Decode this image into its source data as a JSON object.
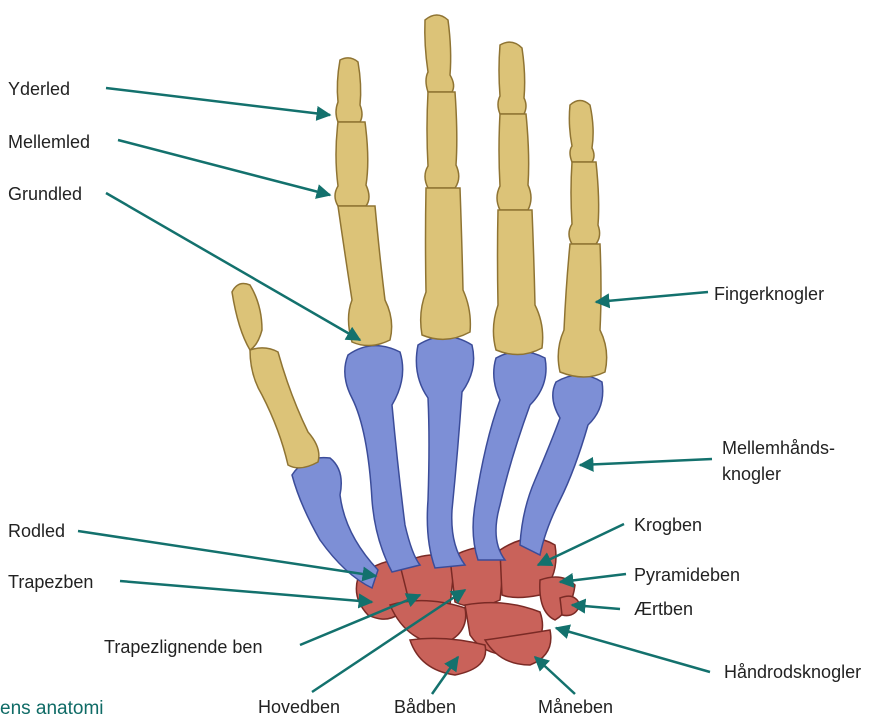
{
  "colors": {
    "phalanx": "#dcc378",
    "phalanx_outline": "#8f7433",
    "metacarpal": "#7d8fd6",
    "metacarpal_outline": "#3b4c99",
    "carpal": "#c9625a",
    "carpal_outline": "#7a2a25",
    "leader": "#13716d",
    "text": "#222222"
  },
  "labels": {
    "yderled": "Yderled",
    "mellemled": "Mellemled",
    "grundled": "Grundled",
    "fingerknogler": "Fingerknogler",
    "mellemhaand_1": "Mellemhånds-",
    "mellemhaand_2": "knogler",
    "rodled": "Rodled",
    "trapezben": "Trapezben",
    "krogben": "Krogben",
    "pyramideben": "Pyramideben",
    "aertben": "Ærtben",
    "trapezlignende": "Trapezlignende ben",
    "haandrodsknogler": "Håndrodsknogler",
    "hovedben": "Hovedben",
    "baadben": "Bådben",
    "maaneben": "Måneben"
  },
  "footer": {
    "text": "ens anatomi"
  }
}
